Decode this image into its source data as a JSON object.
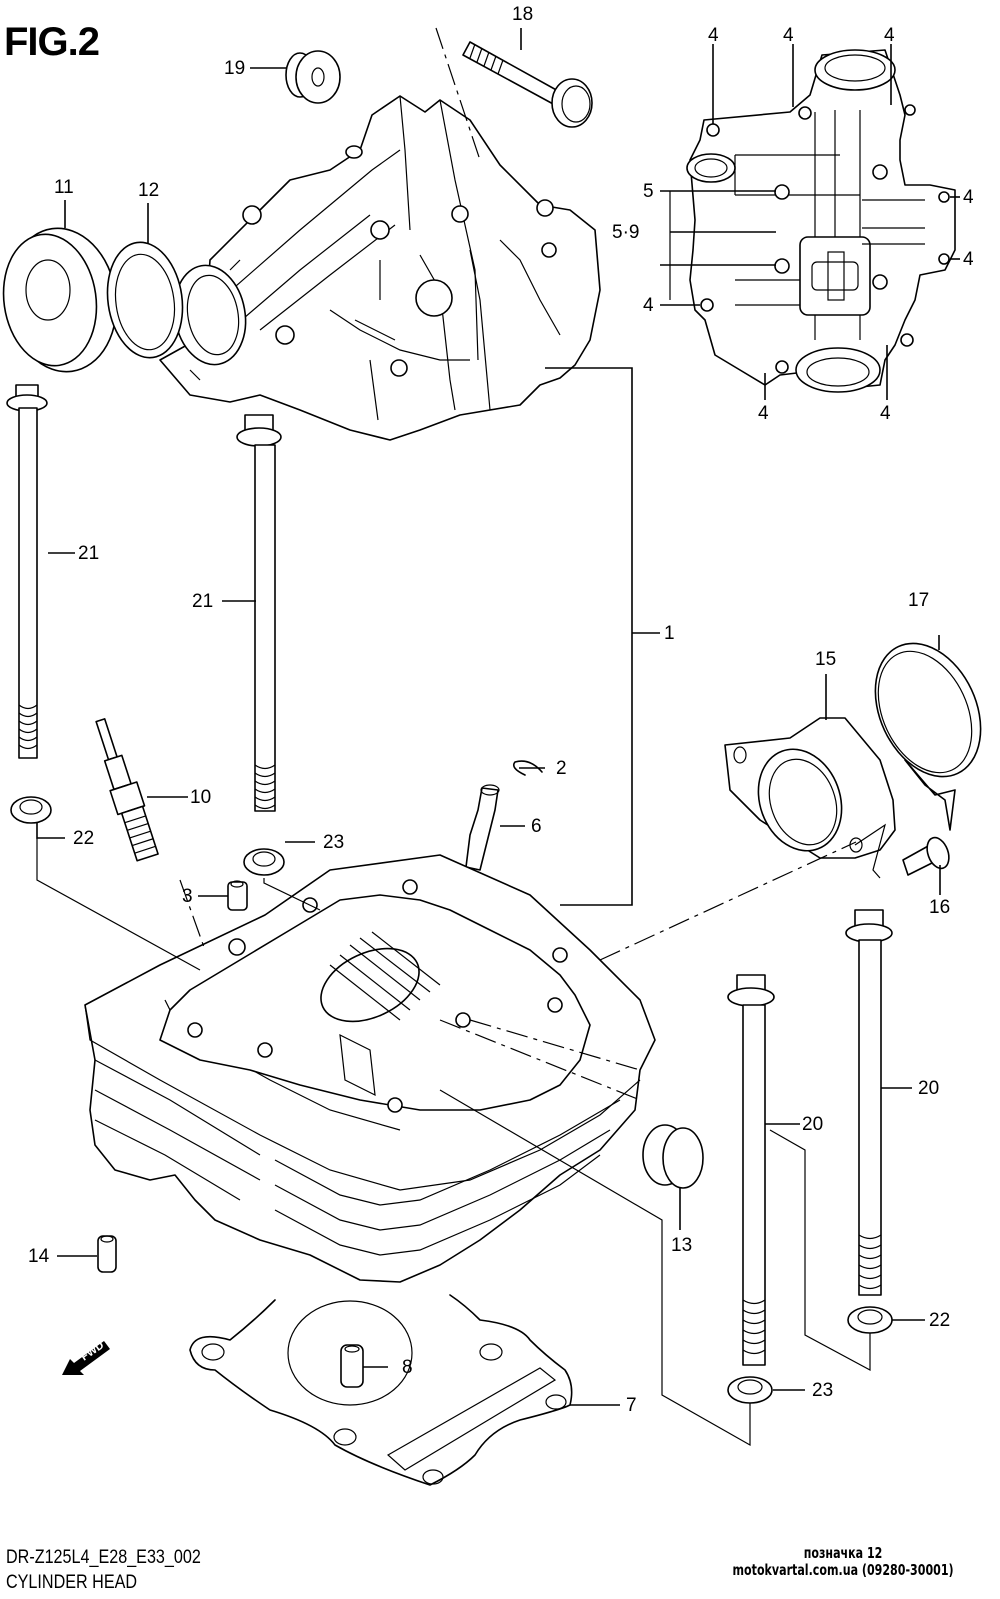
{
  "figure": {
    "title": "FIG.2",
    "model_code": "DR-Z125L4_E28_E33_002",
    "section_name": "CYLINDER HEAD",
    "watermark_line1": "позначка 12",
    "watermark_line2": "motokvartal.com.ua (09280-30001)",
    "fwd_label": "FWD"
  },
  "callouts": {
    "c1": "1",
    "c2": "2",
    "c3": "3",
    "c4_a": "4",
    "c4_b": "4",
    "c4_c": "4",
    "c4_d": "4",
    "c4_e": "4",
    "c4_f": "4",
    "c4_g": "4",
    "c4_h": "4",
    "c5": "5",
    "c5_9": "5·9",
    "c6": "6",
    "c7": "7",
    "c8": "8",
    "c10": "10",
    "c11": "11",
    "c12": "12",
    "c13": "13",
    "c14": "14",
    "c15": "15",
    "c16": "16",
    "c17": "17",
    "c18": "18",
    "c19": "19",
    "c20_a": "20",
    "c20_b": "20",
    "c21_a": "21",
    "c21_b": "21",
    "c22_a": "22",
    "c22_b": "22",
    "c23_a": "23",
    "c23_b": "23"
  }
}
